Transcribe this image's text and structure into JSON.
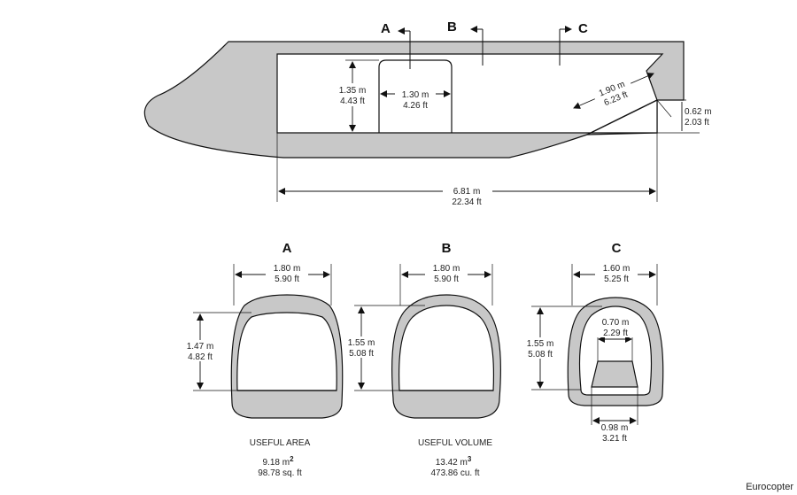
{
  "side_view": {
    "section_marks": [
      "A",
      "B",
      "C"
    ],
    "height": {
      "m": "1.35 m",
      "ft": "4.43 ft"
    },
    "door_width": {
      "m": "1.30 m",
      "ft": "4.26 ft"
    },
    "ramp_length": {
      "m": "1.90 m",
      "ft": "6.23 ft"
    },
    "step_height": {
      "m": "0.62 m",
      "ft": "2.03 ft"
    },
    "total_length": {
      "m": "6.81 m",
      "ft": "22.34 ft"
    }
  },
  "sections": [
    {
      "label": "A",
      "width": {
        "m": "1.80 m",
        "ft": "5.90 ft"
      },
      "height": {
        "m": "1.47 m",
        "ft": "4.82 ft"
      }
    },
    {
      "label": "B",
      "width": {
        "m": "1.80 m",
        "ft": "5.90 ft"
      },
      "height": {
        "m": "1.55 m",
        "ft": "5.08 ft"
      }
    },
    {
      "label": "C",
      "width": {
        "m": "1.60 m",
        "ft": "5.25 ft"
      },
      "height": {
        "m": "1.55 m",
        "ft": "5.08 ft"
      },
      "top_width": {
        "m": "0.70 m",
        "ft": "2.29 ft"
      },
      "bottom_width": {
        "m": "0.98 m",
        "ft": "3.21 ft"
      }
    }
  ],
  "useful_area": {
    "title": "USEFUL AREA",
    "value": "9.18 m",
    "exp": "2",
    "alt": "98.78 sq. ft"
  },
  "useful_volume": {
    "title": "USEFUL VOLUME",
    "value": "13.42 m",
    "exp": "3",
    "alt": "473.86 cu. ft"
  },
  "credit": "Eurocopter",
  "colors": {
    "shade": "#c8c8c8",
    "line": "#111111"
  }
}
